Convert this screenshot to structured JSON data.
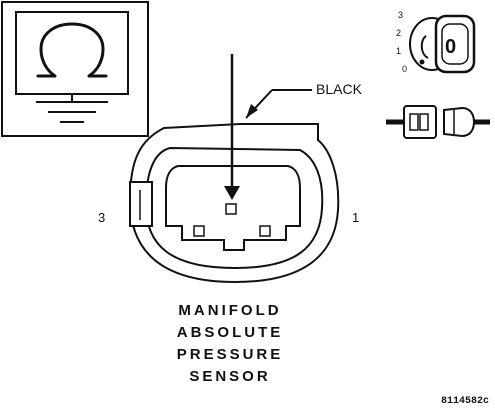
{
  "wire_color": "BLACK",
  "pin_left": "3",
  "pin_right": "1",
  "sensor_title_lines": [
    "MANIFOLD",
    "ABSOLUTE",
    "PRESSURE",
    "SENSOR"
  ],
  "ignition_positions": [
    "3",
    "2",
    "1",
    "0"
  ],
  "ignition_key_label": "0",
  "figure_id": "8114582c",
  "meter_icon": "ohmmeter-icon",
  "ground_icon": "ground-symbol-icon",
  "colors": {
    "line": "#111111",
    "background": "#ffffff"
  }
}
